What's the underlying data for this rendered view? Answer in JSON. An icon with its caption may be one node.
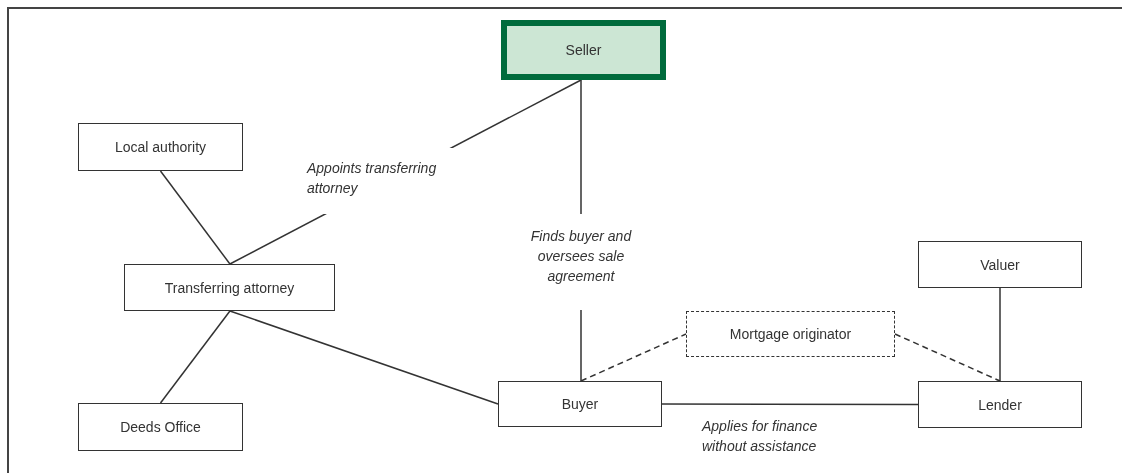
{
  "diagram": {
    "nodes": [
      {
        "text": [
          "Seller"
        ]
      },
      {
        "text": [
          "Local authority"
        ]
      },
      {
        "text": [
          "Transferring attorney"
        ]
      },
      {
        "text": [
          "Valuer"
        ]
      },
      {
        "text": [
          "Mortgage originator"
        ]
      },
      {
        "text": [
          "Deeds Office"
        ]
      },
      {
        "text": [
          "Buyer"
        ]
      },
      {
        "text": [
          "Lender"
        ]
      }
    ],
    "edges": [
      {
        "from": 0,
        "to": 2,
        "arrow": "none",
        "label": "Appoints transferring attorney"
      },
      {
        "from": 0,
        "to": 6,
        "arrow": "none",
        "label": "Finds buyer and oversees sale agreement"
      },
      {
        "from": 1,
        "to": 2,
        "arrow": "none"
      },
      {
        "from": 2,
        "to": 5,
        "arrow": "none"
      },
      {
        "from": 2,
        "to": 6,
        "arrow": "none"
      },
      {
        "from": 6,
        "to": 7,
        "arrow": "none",
        "label": "Applies for finance without assistance"
      },
      {
        "from": 6,
        "to": 4,
        "arrow": "none",
        "style": "dashed"
      },
      {
        "from": 4,
        "to": 7,
        "arrow": "none",
        "style": "dashed"
      },
      {
        "from": 3,
        "to": 7,
        "arrow": "none"
      }
    ]
  }
}
